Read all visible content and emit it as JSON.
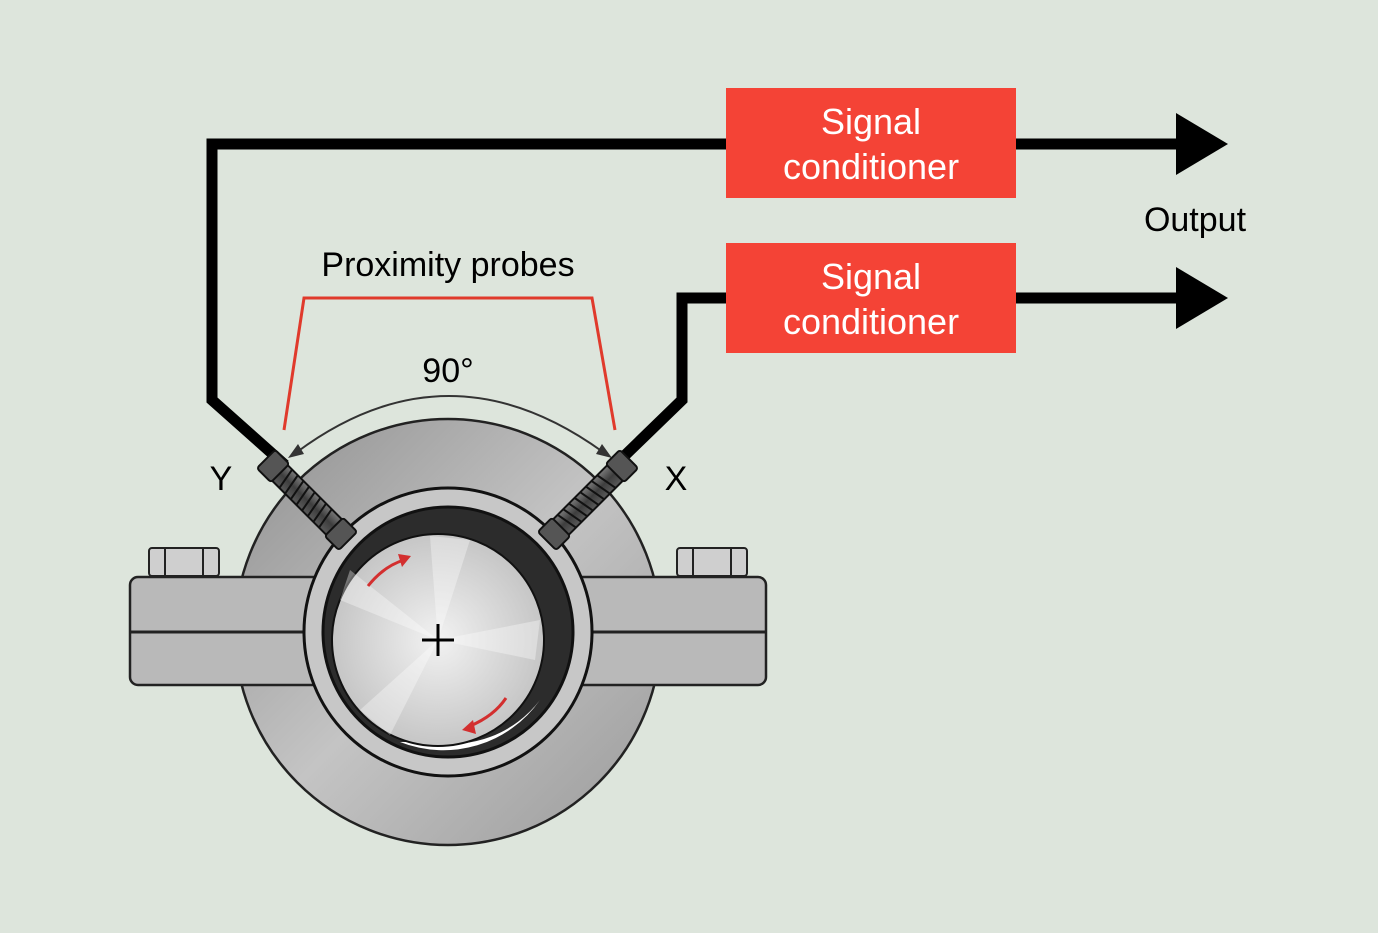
{
  "colors": {
    "background": "#dde5dc",
    "conditioner_fill": "#f44336",
    "conditioner_text": "#ffffff",
    "bracket": "#e03a2c",
    "rotation_arrow": "#d32f2f",
    "housing": "#b9b9b9",
    "wire": "#000000"
  },
  "labels": {
    "proximity_probes": "Proximity probes",
    "angle": "90°",
    "probe_y": "Y",
    "probe_x": "X",
    "output": "Output"
  },
  "signal_conditioners": [
    {
      "line1": "Signal",
      "line2": "conditioner"
    },
    {
      "line1": "Signal",
      "line2": "conditioner"
    }
  ],
  "icons": {
    "arrow_out": "arrowhead-right",
    "shaft_center": "crosshair",
    "rotation": "curved-arrow",
    "nut": "hex-nut"
  }
}
